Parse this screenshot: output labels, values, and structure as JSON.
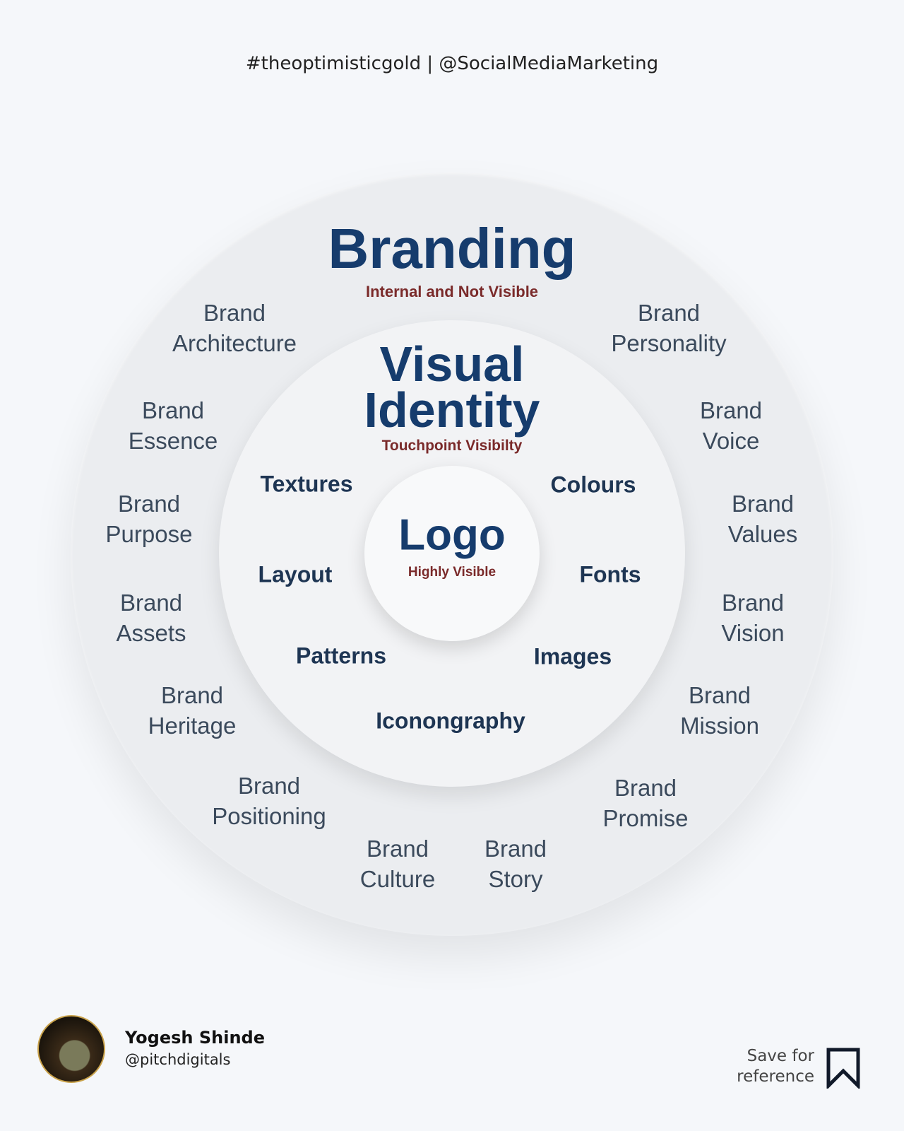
{
  "header": {
    "text": "#theoptimisticgold | @SocialMediaMarketing"
  },
  "outer_ring": {
    "title": "Branding",
    "subtitle": "Internal and Not Visible",
    "items": [
      "Brand\nArchitecture",
      "Brand\nPersonality",
      "Brand\nEssence",
      "Brand\nVoice",
      "Brand\nPurpose",
      "Brand\nValues",
      "Brand\nAssets",
      "Brand\nVision",
      "Brand\nHeritage",
      "Brand\nMission",
      "Brand\nPositioning",
      "Brand\nPromise",
      "Brand\nCulture",
      "Brand\nStory"
    ]
  },
  "middle_ring": {
    "title_line1": "Visual",
    "title_line2": "Identity",
    "subtitle": "Touchpoint Visibilty",
    "items": [
      "Textures",
      "Colours",
      "Layout",
      "Fonts",
      "Patterns",
      "Images",
      "Iconongraphy"
    ]
  },
  "core": {
    "title": "Logo",
    "subtitle": "Highly Visible"
  },
  "footer": {
    "author_name": "Yogesh Shinde",
    "author_handle": "@pitchdigitals",
    "save_text": "Save for\nreference",
    "save_icon": "bookmark-icon"
  },
  "colors": {
    "title": "#163c6d",
    "subtitle": "#7a2a2a",
    "label": "#3b4a5c",
    "background": "#f5f7fa"
  }
}
